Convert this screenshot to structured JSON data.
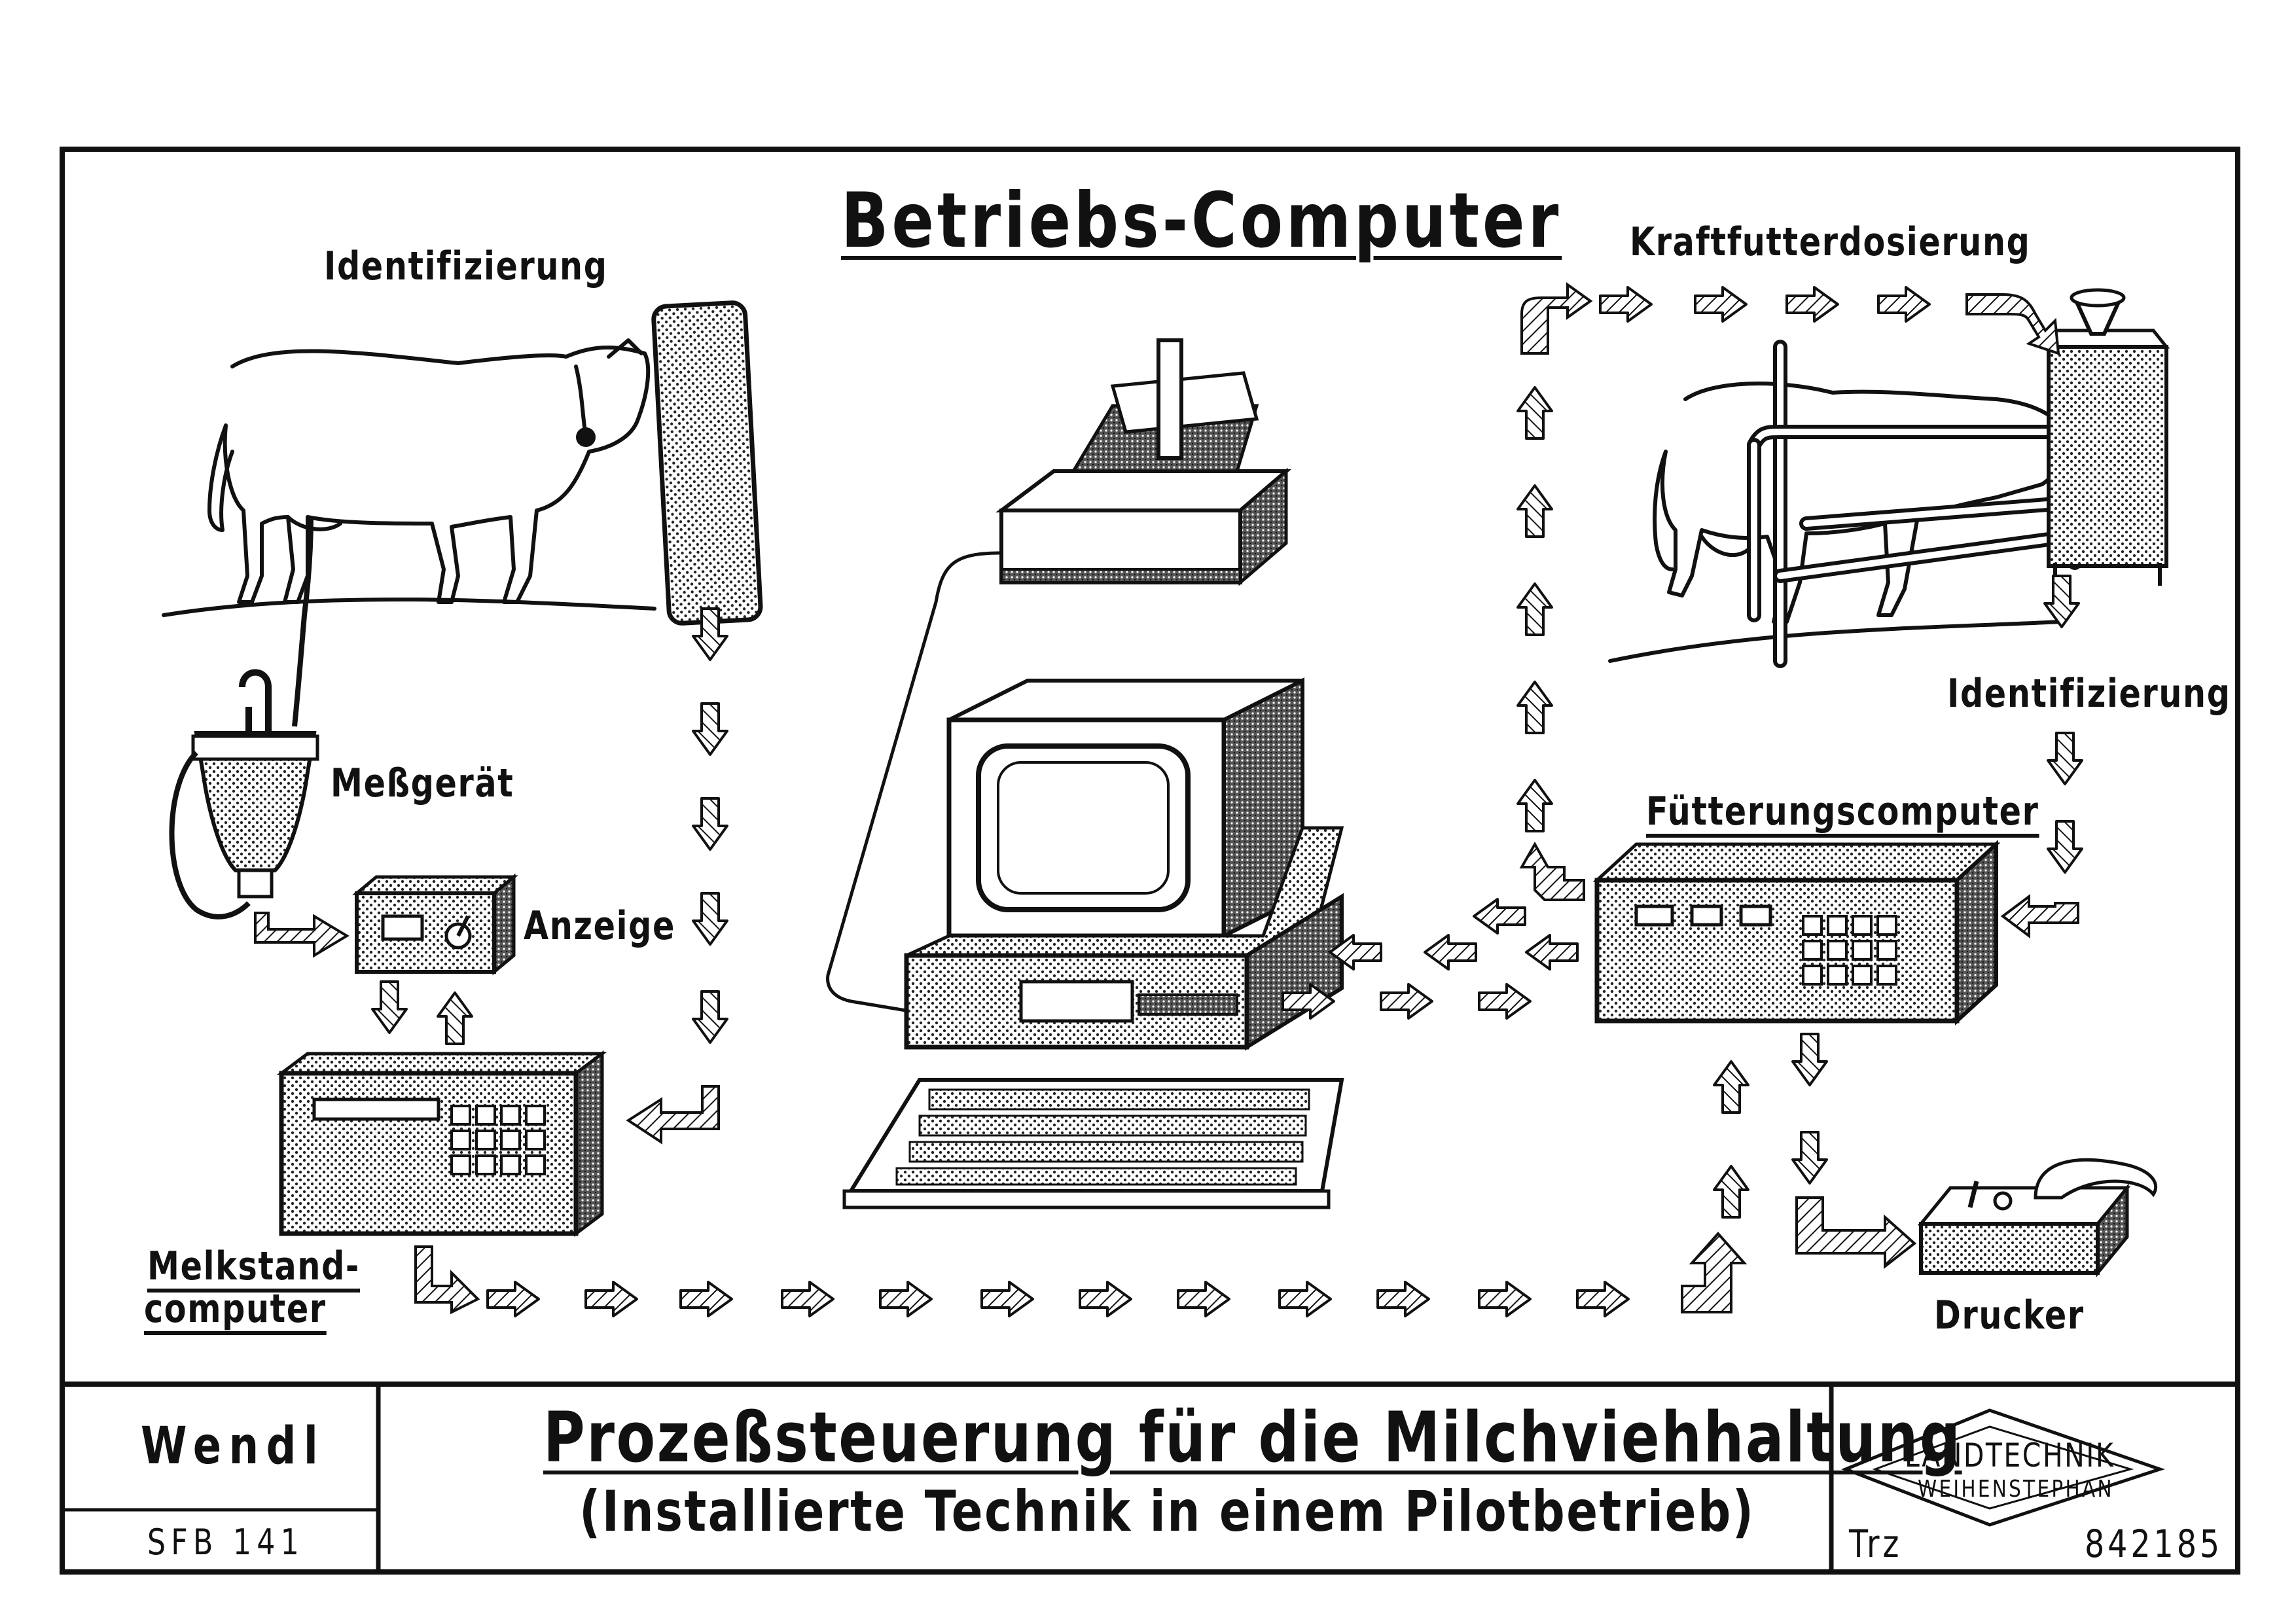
{
  "title": "Betriebs-Computer",
  "labels": {
    "identifizierung_left": "Identifizierung",
    "messgeraet": "Meßgerät",
    "anzeige": "Anzeige",
    "melkstand_line1": "Melkstand-",
    "melkstand_line2": "computer",
    "kraftfutter": "Kraftfutterdosierung",
    "identifizierung_right": "Identifizierung",
    "fuetterung": "Fütterungscomputer",
    "drucker": "Drucker"
  },
  "footer": {
    "author": "Wendl",
    "project": "SFB 141",
    "title": "Prozeßsteuerung für die Milchviehhaltung",
    "subtitle": "(Installierte Technik in einem Pilotbetrieb)",
    "logo_line1": "LANDTECHNIK",
    "logo_line2": "WEIHENSTEPHAN",
    "drawing_code": "Trz",
    "drawing_number": "842185"
  }
}
